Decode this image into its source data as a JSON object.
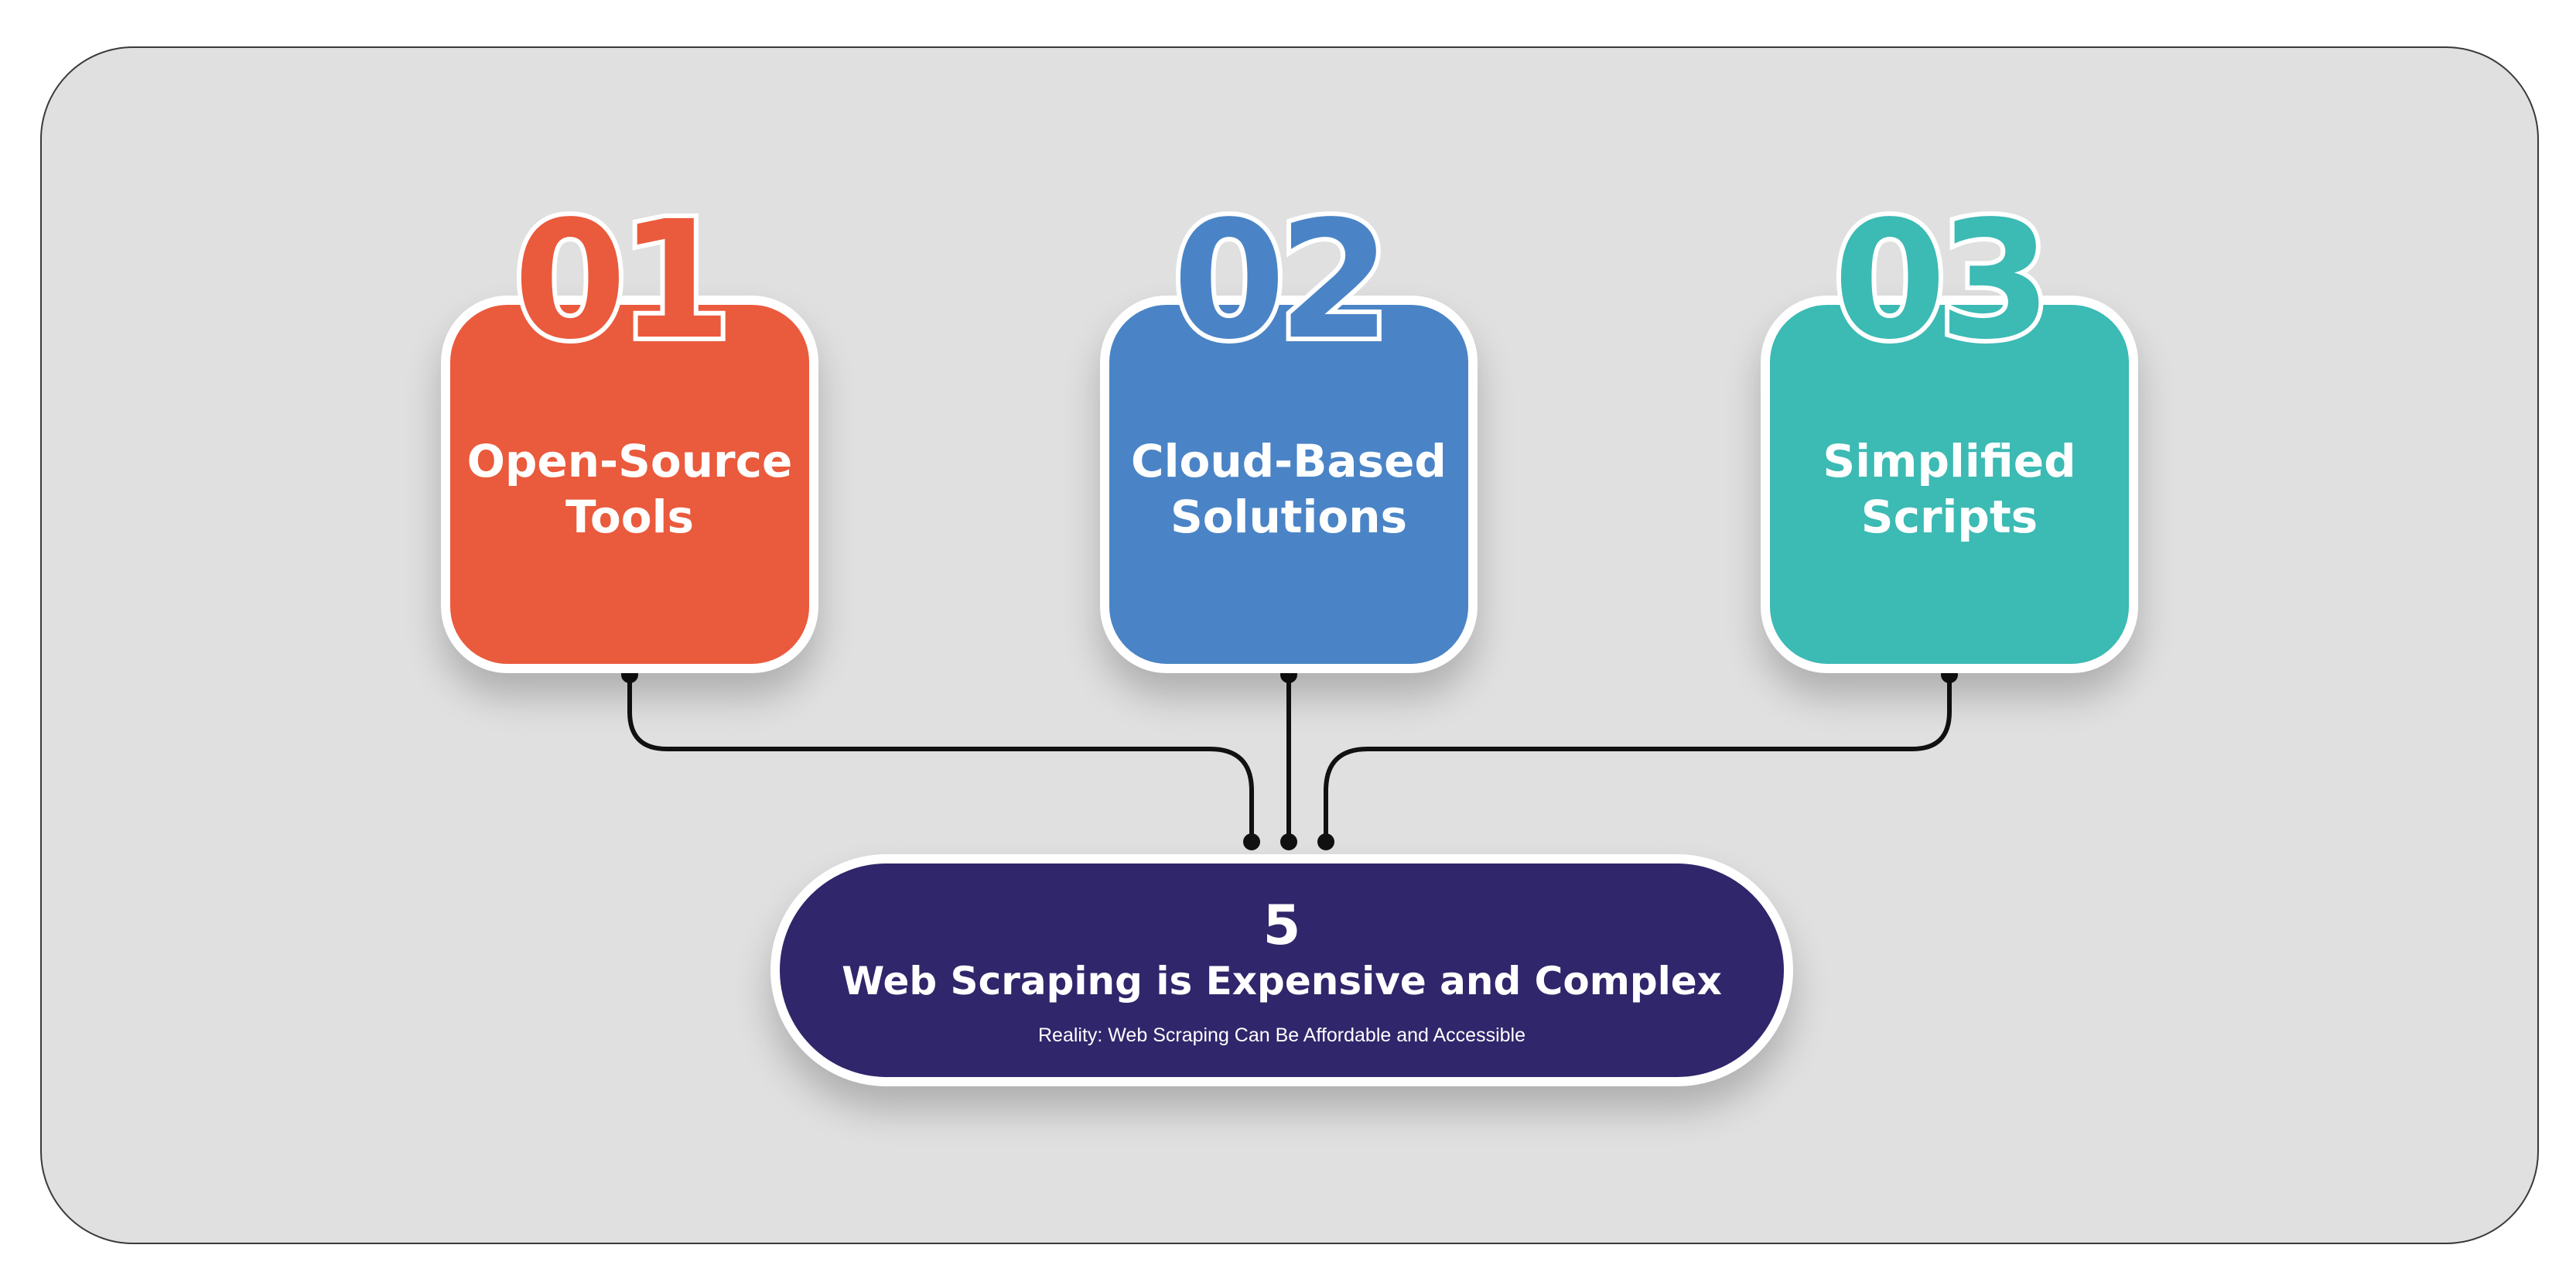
{
  "cards": [
    {
      "number": "01",
      "label": "Open-Source\nTools",
      "color": "#ea5a3c"
    },
    {
      "number": "02",
      "label": "Cloud-Based\nSolutions",
      "color": "#4a84c6"
    },
    {
      "number": "03",
      "label": "Simplified\nScripts",
      "color": "#3cbab4"
    }
  ],
  "myth": {
    "number": "5",
    "title": "Web Scraping is Expensive and Complex",
    "subtitle": "Reality: Web Scraping Can Be Affordable and Accessible",
    "color": "#30266b"
  },
  "colors": {
    "background": "#e0e0e0",
    "connector": "#111111"
  }
}
